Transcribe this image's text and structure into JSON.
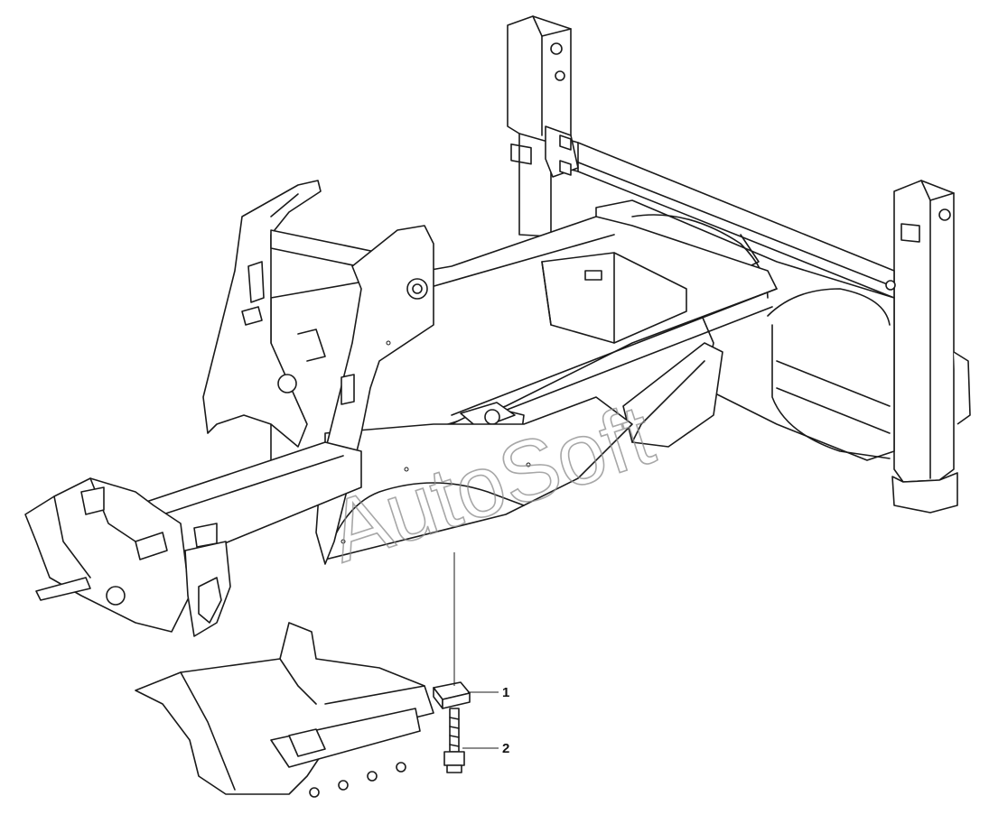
{
  "watermark": {
    "text": "AutoSoft",
    "color": "#8a8a8a"
  },
  "callouts": [
    {
      "label": "1"
    },
    {
      "label": "2"
    }
  ],
  "colors": {
    "line": "#1a1a1a",
    "background": "#ffffff"
  }
}
